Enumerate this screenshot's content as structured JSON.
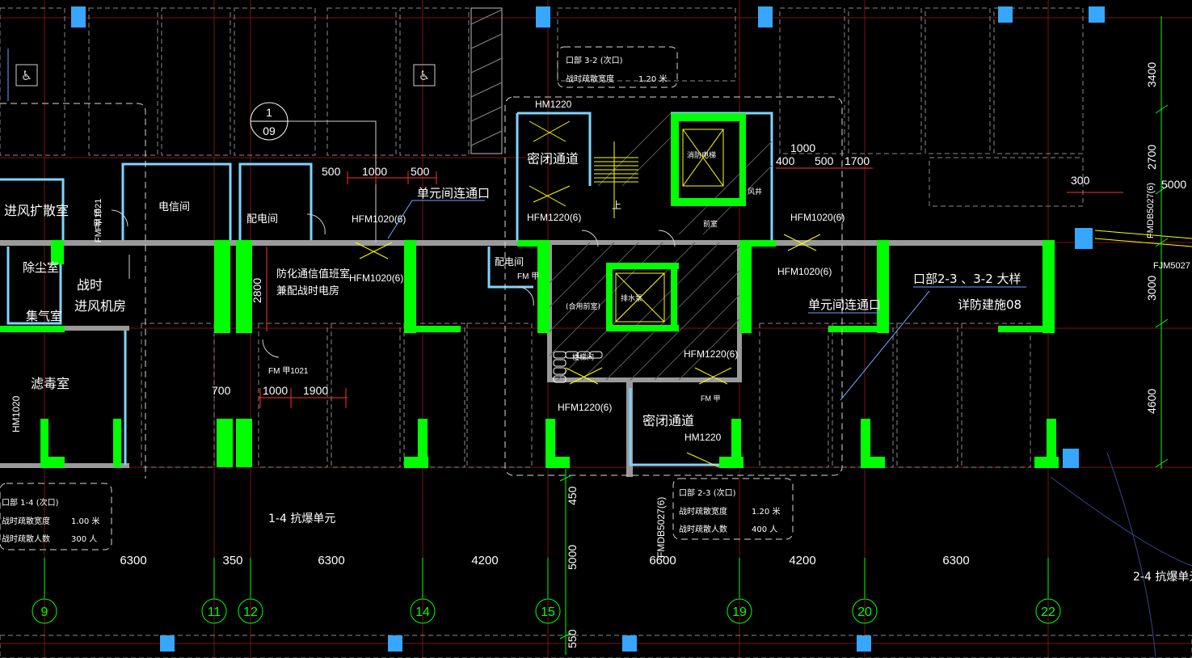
{
  "colors": {
    "background": "#000000",
    "grid_red": "#7a1414",
    "wall_cyan": "#7fd4ff",
    "column_green": "#00ff00",
    "wall_gray": "#9a9a9a",
    "text_white": "#ffffff",
    "text_green": "#00ff00",
    "text_yellow": "#ffff00",
    "dashed_white": "#d8d8d8",
    "leader_blue": "#6da6ff",
    "column_blue": "#36a6ff"
  },
  "axis_bubbles": [
    "9",
    "11",
    "12",
    "14",
    "15",
    "19",
    "20",
    "22"
  ],
  "axis_bubble_09": {
    "top": "1",
    "bottom": "09"
  },
  "bottom_dimensions": [
    "6300",
    "350",
    "6300",
    "4200",
    "6600",
    "4200",
    "6300"
  ],
  "vertical_dimensions_left": [
    "450",
    "5000",
    "550"
  ],
  "right_dimensions": [
    "3400",
    "2700",
    "5000",
    "3000",
    "4600"
  ],
  "misc_dimensions": {
    "d500a": "500",
    "d1000a": "1000",
    "d500b": "500",
    "d1000b": "1000",
    "d400": "400",
    "d500c": "500",
    "d1700": "1700",
    "d300": "300",
    "d2800": "2800",
    "d700": "700",
    "d1000c": "1000",
    "d1900": "1900"
  },
  "rooms": {
    "intake_diffuser": "进风扩散室",
    "dust_removal": "除尘室",
    "gas_collection": "集气室",
    "wartime_intake": [
      "战时",
      "进风机房"
    ],
    "filter_toxin": "滤毒室",
    "electric_room": "电信间",
    "distribution_room": "配电间",
    "distribution_room2": "配电间",
    "comm_duty": [
      "防化通信值班室",
      "兼配战时电房"
    ],
    "airlock_1": "密闭通道",
    "airlock_2": "密闭通道",
    "unit_passage_1": "单元间连通口",
    "unit_passage_2": "单元间连通口"
  },
  "door_labels": {
    "hm1220_top": "HM1220",
    "hfm1220_6_left": "HFM1220(6)",
    "hfm1020_6_a": "HFM1020(6)",
    "hfm1020_6_b": "HFM1020(6)",
    "hfm1020_6_c": "HFM1020(6)",
    "hfm1020_6_d": "HFM1020(6)",
    "hfm1220_6_b": "HFM1220(6)",
    "hfm1220_6_c": "HFM1220(6)",
    "hm1220_bottom": "HM1220",
    "fm1021_a": "FM 甲1021",
    "fm1021_b": "FM 甲1021",
    "fm_jia_a": "FM 甲",
    "fm_jia_b": "FM 甲",
    "fm_jia_c": "FM 甲",
    "fmdb5027": "FMDB5027(6)",
    "fmdb5027_b": "FMDB5027(6)",
    "fjm5027": "FJM5027",
    "hm1020": "HM1020"
  },
  "info_boxes": {
    "top": {
      "line1": "口部 3-2 (次口)",
      "line2": "战时疏散宽度",
      "value2": "1.20 米"
    },
    "bottom_left": {
      "line1": "口部 1-4 (次口)",
      "line2": "战时疏散宽度",
      "value2": "1.00 米",
      "line3": "战时疏散人数",
      "value3": "300 人"
    },
    "bottom_mid": {
      "line1": "口部 2-3 (次口)",
      "line2": "战时疏散宽度",
      "value2": "1.20 米",
      "line3": "战时疏散人数",
      "value3": "400 人"
    }
  },
  "unit_labels": {
    "left": "1-4 抗爆单元",
    "right": "2-4 抗爆单元"
  },
  "detail_note": {
    "line1": "口部2-3 、3-2 大样",
    "line2": "详防建施08"
  },
  "core_labels": {
    "stair_up": "上",
    "stair_room": "楼梯间",
    "elevator": "前室",
    "shaft": "风井",
    "fire_elev": "消防电梯",
    "pump": "排水泵",
    "corridor": "(合用前室)"
  },
  "icons": [
    "accessible-parking-icon",
    "accessible-parking-icon"
  ]
}
